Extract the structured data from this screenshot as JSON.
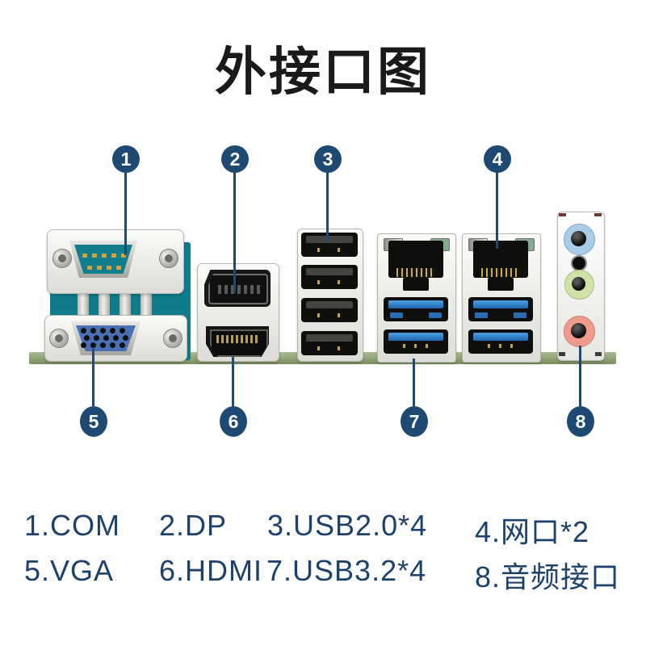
{
  "title": "外接口图",
  "callouts": [
    {
      "number": "1",
      "target": "com-port"
    },
    {
      "number": "2",
      "target": "dp-port"
    },
    {
      "number": "3",
      "target": "usb2-ports"
    },
    {
      "number": "4",
      "target": "lan-ports"
    },
    {
      "number": "5",
      "target": "vga-port"
    },
    {
      "number": "6",
      "target": "hdmi-port"
    },
    {
      "number": "7",
      "target": "usb3-ports"
    },
    {
      "number": "8",
      "target": "audio-jacks"
    }
  ],
  "legend": {
    "row1": [
      "1.COM",
      "2.DP",
      "3.USB2.0*4",
      "4.网口*2"
    ],
    "row2": [
      "5.VGA",
      "6.HDMI",
      "7.USB3.2*4",
      "8.音频接口"
    ]
  },
  "colors": {
    "accent_navy": "#1d4973",
    "legend_text": "#1c416b",
    "pcb_green": "#8fa87c",
    "teal_connector": "#0e7c8b",
    "vga_face_blue": "#4a6fb5",
    "usb3_blue": "#2f83d3",
    "lan_led_green": "#84ab8f",
    "audio_line_in_blue": "#a9cde9",
    "audio_line_out_green": "#cfe3a7",
    "audio_mic_pink": "#ef9c8d"
  }
}
